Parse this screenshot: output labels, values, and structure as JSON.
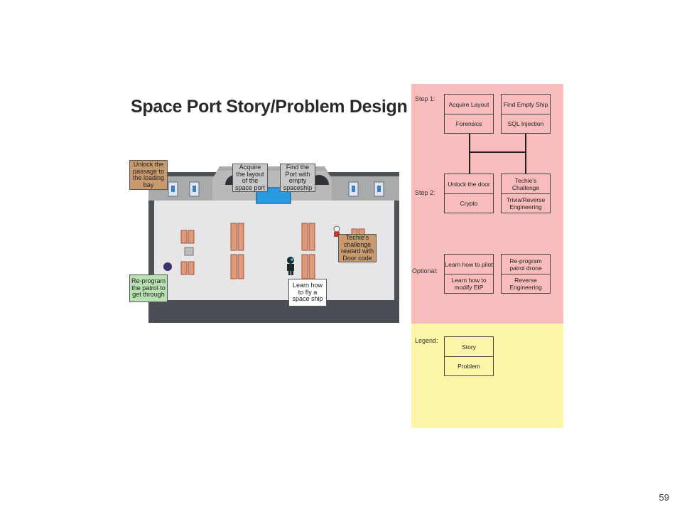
{
  "title": "Space Port Story/Problem Design",
  "page_number": "59",
  "map": {
    "notes": {
      "unlock_passage": "Unlock the passage to the loading bay",
      "acquire_layout": "Acquire the layout of the space port",
      "find_port": "Find the Port with empty spaceship",
      "techie_reward": "Techie's challenge reward with Door code",
      "reprogram_patrol": "Re-program the patrol to get through",
      "learn_fly": "Learn how to fly a space ship"
    }
  },
  "design": {
    "rows": {
      "step1": "Step 1:",
      "step2": "Step 2:",
      "optional": "Optional:",
      "legend": "Legend:"
    },
    "boxes": {
      "acquire": {
        "story": "Acquire Layout",
        "problem": "Forensics"
      },
      "find": {
        "story": "Find Empty Ship",
        "problem": "SQL Injection"
      },
      "unlock": {
        "story": "Unlock the door",
        "problem": "Crypto"
      },
      "techie": {
        "story": "Techie's Challenge",
        "problem": "Trivia/Reverse Engineering"
      },
      "pilot": {
        "story": "Learn how to pilot",
        "problem": "Learn how to modify EIP"
      },
      "drone": {
        "story": "Re-program patrol drone",
        "problem": "Reverse Engineering"
      },
      "legend": {
        "story": "Story",
        "problem": "Problem"
      }
    },
    "colors": {
      "main_area": "#f9bcbd",
      "legend_area": "#fdf5a8"
    }
  }
}
